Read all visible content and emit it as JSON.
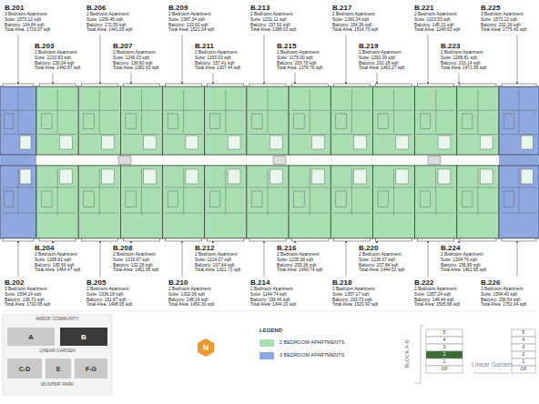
{
  "diagram": {
    "nodes": [
      {
        "text": [
          "A"
        ]
      },
      {
        "text": [
          "B"
        ]
      },
      {
        "text": [
          "C-D"
        ]
      },
      {
        "text": [
          "E"
        ]
      },
      {
        "text": [
          "F-G"
        ]
      },
      {
        "text": [
          "N"
        ]
      }
    ],
    "labels": [
      "B.201",
      "3 Bedroom Apartment",
      "Suite: 1573.12 sqft",
      "Balcony: 104.84 sqft",
      "Total Area: 1733.07 sqft",
      "B.206",
      "2 Bedroom Apartment",
      "Suite: 1269.46 sqft",
      "Balcony: 172.59 sqft",
      "Total Area: 1441.05 sqft",
      "B.209",
      "2 Bedroom Apartment",
      "Suite: 1387.34 sqft",
      "Balcony: 133.60 sqft",
      "Total Area: 1521.04 sqft",
      "B.213",
      "2 Bedroom Apartment",
      "Suite: 1231.11 sqft",
      "Balcony: 157.52 sqft",
      "Total Area: 1388.63 sqft",
      "B.217",
      "2 Bedroom Apartment",
      "Suite: 1360.34 sqft",
      "Balcony: 154.36 sqft",
      "Total Area: 1514.70 sqft",
      "B.221",
      "2 Bedroom Apartment",
      "Suite: 1103.53 sqft",
      "Balcony: 145.10 sqft",
      "Total Area: 1248.63 sqft",
      "B.225",
      "3 Bedroom Apartment",
      "Suite: 1573.12 sqft",
      "Balcony: 202.28 sqft",
      "Total Area: 1775.40 sqft",
      "B.203",
      "2 Bedroom Apartment",
      "Suite: 1210.83 sqft",
      "Balcony: 230.04 sqft",
      "Total Area: 1440.87 sqft",
      "B.207",
      "2 Bedroom Apartment",
      "Suite: 1246.03 sqft",
      "Balcony: 136.60 sqft",
      "Total Area: 1382.63 sqft",
      "B.211",
      "2 Bedroom Apartment",
      "Suite: 1150.03 sqft",
      "Balcony: 157.41 sqft",
      "Total Area: 1307.44 sqft",
      "B.215",
      "2 Bedroom Apartment",
      "Suite: 1175.00 sqft",
      "Balcony: 203.76 sqft",
      "Total Area: 1378.76 sqft",
      "B.219",
      "2 Bedroom Apartment",
      "Suite: 1262.09 sqft",
      "Balcony: 202.18 sqft",
      "Total Area: 1463.27 sqft",
      "B.223",
      "2 Bedroom Apartment",
      "Suite: 1268.81 sqft",
      "Balcony: 203.14 sqft",
      "Total Area: 1471.95 sqft",
      "B.204",
      "2 Bedroom Apartment",
      "Suite: 1268.81 sqft",
      "Balcony: 195.66 sqft",
      "Total Area: 1464.47 sqft",
      "B.208",
      "2 Bedroom Apartment",
      "Suite: 1319.67 sqft",
      "Balcony: 132.28 sqft",
      "Total Area: 1451.95 sqft",
      "B.212",
      "2 Bedroom Apartment",
      "Suite: 1214.07 sqft",
      "Balcony: 107.64 sqft",
      "Total Area: 1321.71 sqft",
      "B.216",
      "2 Bedroom Apartment",
      "Suite: 1235.38 sqft",
      "Balcony: 205.36 sqft",
      "Total Area: 1440.74 sqft",
      "B.220",
      "2 Bedroom Apartment",
      "Suite: 1236.67 sqft",
      "Balcony: 207.84 sqft",
      "Total Area: 1444.51 sqft",
      "B.224",
      "2 Bedroom Apartment",
      "Suite: 1304.76 sqft",
      "Balcony: 156.89 sqft",
      "Total Area: 1461.65 sqft",
      "B.202",
      "3 Bedroom Apartment",
      "Suite: 1594.24 sqft",
      "Balcony: 136.70 sqft",
      "Total Area: 1730.95 sqft",
      "B.205",
      "2 Bedroom Apartment",
      "Suite: 1336.18 sqft",
      "Balcony: 161.87 sqft",
      "Total Area: 1498.05 sqft",
      "B.210",
      "2 Bedroom Apartment",
      "Suite: 1302.06 sqft",
      "Balcony: 148.24 sqft",
      "Total Area: 1450.30 sqft",
      "B.214",
      "2 Bedroom Apartment",
      "Suite: 1144.74 sqft",
      "Balcony: 199.46 sqft",
      "Total Area: 1344.20 sqft",
      "B.218",
      "2 Bedroom Apartment",
      "Suite: 1357.17 sqft",
      "Balcony: 163.73 sqft",
      "Total Area: 1520.90 sqft",
      "B.222",
      "2 Bedroom Apartment",
      "Suite: 1357.24 sqft",
      "Balcony: 148.44 sqft",
      "Total Area: 1505.68 sqft",
      "B.226",
      "3 Bedroom Apartment",
      "Suite: 1594.40 sqft",
      "Balcony: 156.54 sqft",
      "Total Area: 1751.04 sqft",
      "MIRDIF COMMUNITY",
      "LINEAR GARDEN",
      "MUSHRIF PARK",
      "LEGEND",
      "BLOCK A-B",
      "5",
      "4",
      "3",
      "2",
      "1",
      "GF",
      "Linear Garden",
      "5",
      "4",
      "3",
      "2",
      "1",
      "GF"
    ],
    "legend": [
      {
        "text": "2 BEDROOM APARTMENTS",
        "color": "#a9dfb2"
      },
      {
        "text": "3 BEDROOM APARTMENTS",
        "color": "#8ea9df"
      }
    ]
  }
}
